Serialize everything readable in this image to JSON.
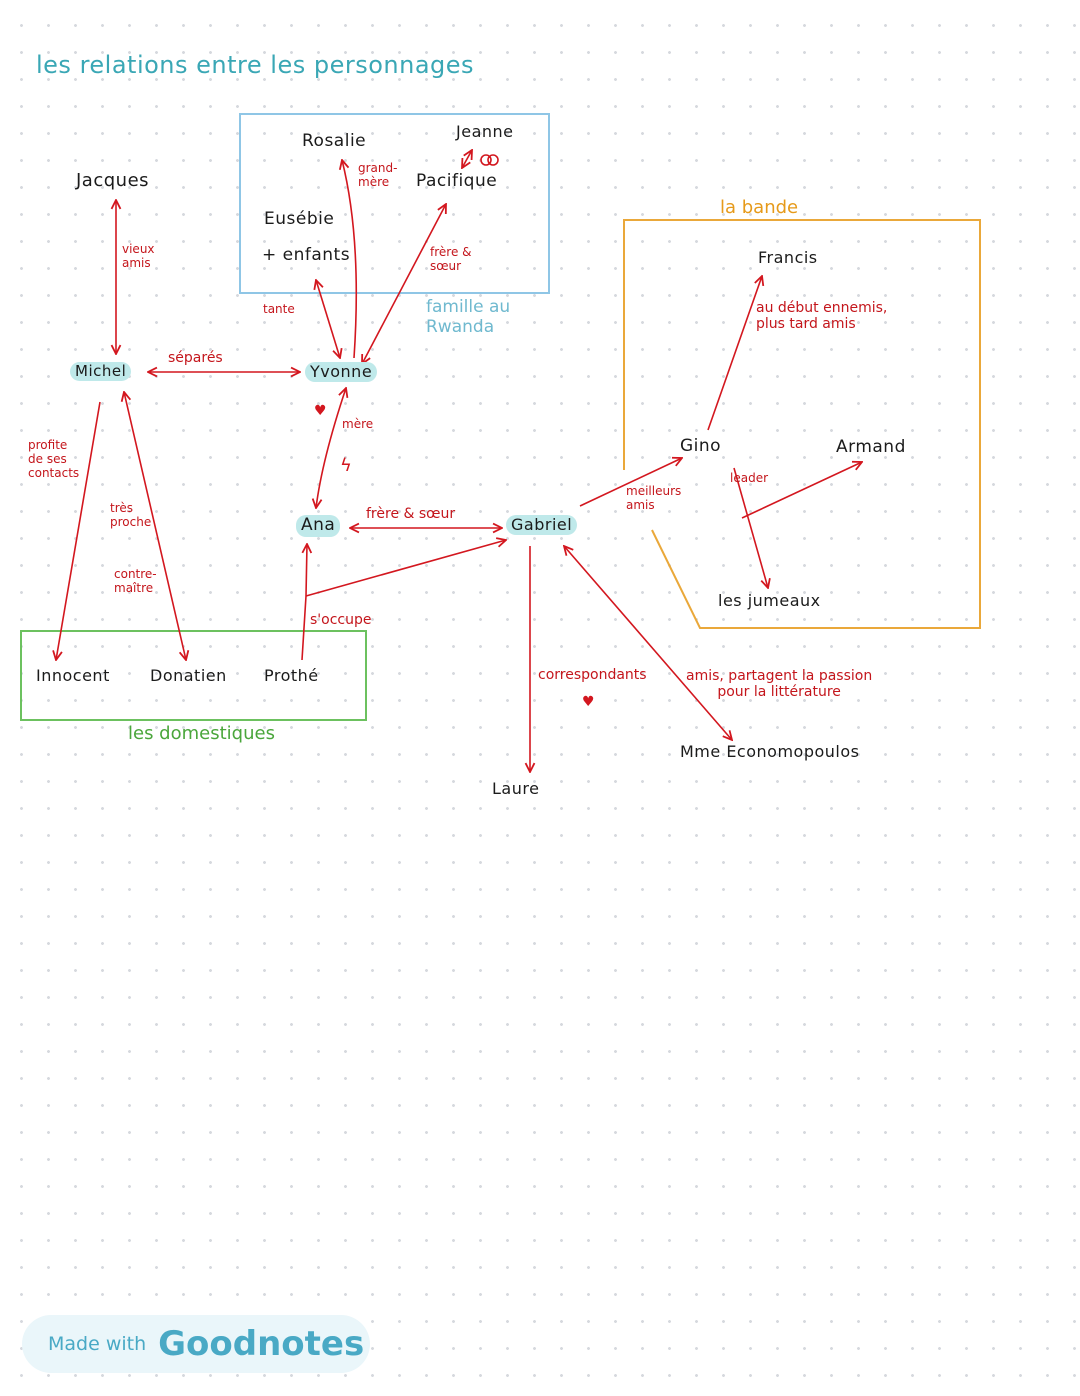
{
  "title": "les relations entre les personnages",
  "groups": {
    "famille": "famille au\nRwanda",
    "domestiques": "les domestiques",
    "bande": "la bande"
  },
  "characters": {
    "jacques": "Jacques",
    "michel": "Michel",
    "rosalie": "Rosalie",
    "jeanne": "Jeanne",
    "pacifique": "Pacifique",
    "eusebie_1": "Eusébie",
    "eusebie_2": "+ enfants",
    "yvonne": "Yvonne",
    "ana": "Ana",
    "gabriel": "Gabriel",
    "innocent": "Innocent",
    "donatien": "Donatien",
    "prothe": "Prothé",
    "laure": "Laure",
    "francis": "Francis",
    "gino": "Gino",
    "armand": "Armand",
    "jumeaux": "les jumeaux",
    "economopoulos": "Mme Economopoulos"
  },
  "relations": {
    "vieux_amis": "vieux\namis",
    "separes": "séparés",
    "grand_mere": "grand-\nmère",
    "frere_soeur_top": "frère &\nsœur",
    "tante": "tante",
    "mere": "mère",
    "frere_soeur": "frère & sœur",
    "profite": "profite\nde ses\ncontacts",
    "tres_proche": "très\nproche",
    "contremaitre": "contre-\nmaître",
    "s_occupe": "s'occupe",
    "meilleurs_amis": "meilleurs\namis",
    "leader": "leader",
    "ennemis_amis": "au début ennemis,\nplus tard amis",
    "correspondants": "correspondants",
    "amis_passion": "amis, partagent la passion\npour la littérature"
  },
  "colors": {
    "arrow": "#d3171f",
    "family_box": "#8fc6e6",
    "domestics_box": "#6cc15f",
    "band_box": "#eaa83a",
    "highlight": "#bfe9ea",
    "title": "#3aa7b5"
  },
  "icons": {
    "heart": "♥",
    "lightning": "ϟ",
    "rings": "rings-icon"
  },
  "footer": {
    "made_with": "Made with",
    "brand": "Goodnotes"
  }
}
